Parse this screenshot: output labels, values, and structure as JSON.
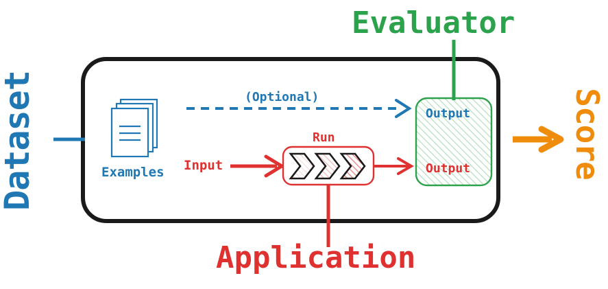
{
  "diagram": {
    "title": "Evaluation pipeline diagram",
    "background": "#ffffff"
  },
  "colors": {
    "dataset_blue": "#1f77b4",
    "application_red": "#e03131",
    "evaluator_green": "#2ca24c",
    "score_orange": "#ef8c0b",
    "container_black": "#1a1a1a"
  },
  "labels": {
    "dataset": "Dataset",
    "evaluator": "Evaluator",
    "application": "Application",
    "score": "Score",
    "examples": "Examples",
    "optional": "(Optional)",
    "run": "Run",
    "input": "Input",
    "output_top": "Output",
    "output_bottom": "Output"
  },
  "icons": {
    "examples": "document-stack-icon",
    "run": "triple-chevron-icon"
  },
  "edges": [
    {
      "name": "dataset-connector",
      "from": "Dataset",
      "to": "container",
      "style": "solid",
      "color": "#1f77b4",
      "arrow": false
    },
    {
      "name": "optional-edge",
      "from": "Examples",
      "to": "Output (top)",
      "style": "dashed",
      "color": "#1f77b4",
      "arrow": true,
      "label": "(Optional)"
    },
    {
      "name": "input-edge",
      "from": "Input",
      "to": "Run",
      "style": "solid",
      "color": "#e03131",
      "arrow": true,
      "label": "Input"
    },
    {
      "name": "run-output-edge",
      "from": "Run",
      "to": "Output (bottom)",
      "style": "solid",
      "color": "#e03131",
      "arrow": true
    },
    {
      "name": "application-connector",
      "from": "Application",
      "to": "Run",
      "style": "solid",
      "color": "#e03131",
      "arrow": false
    },
    {
      "name": "evaluator-connector",
      "from": "Evaluator",
      "to": "Output box",
      "style": "solid",
      "color": "#2ca24c",
      "arrow": false
    },
    {
      "name": "score-edge",
      "from": "Output box",
      "to": "Score",
      "style": "solid",
      "color": "#ef8c0b",
      "arrow": true
    }
  ]
}
